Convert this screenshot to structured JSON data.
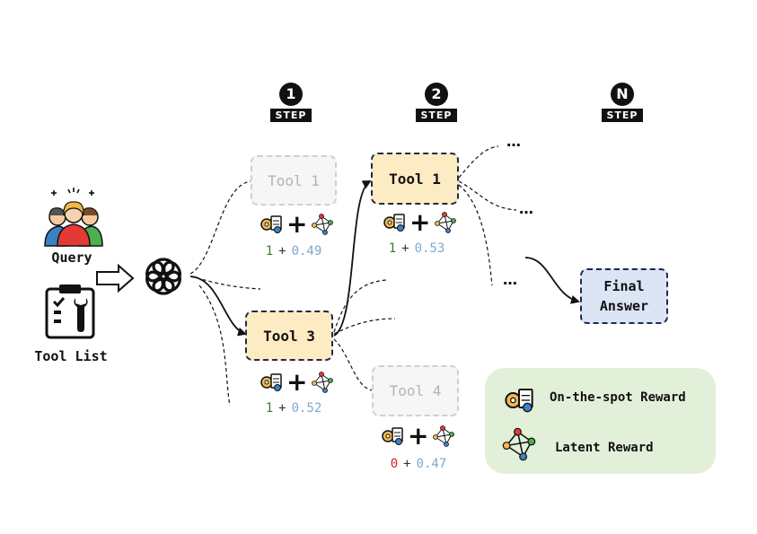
{
  "steps": [
    {
      "marker": "1",
      "word": "STEP"
    },
    {
      "marker": "2",
      "word": "STEP"
    },
    {
      "marker": "N",
      "word": "STEP"
    }
  ],
  "inputs": {
    "query_label": "Query",
    "tool_list_label": "Tool List"
  },
  "tools": {
    "step1_tool1": {
      "label": "Tool 1",
      "state": "faded"
    },
    "step1_tool3": {
      "label": "Tool 3",
      "state": "selected"
    },
    "step2_tool1": {
      "label": "Tool 1",
      "state": "selected"
    },
    "step2_tool4": {
      "label": "Tool 4",
      "state": "faded"
    }
  },
  "rewards": {
    "step1_tool1": {
      "on_spot": "1",
      "op": "+",
      "latent": "0.49"
    },
    "step1_tool3": {
      "on_spot": "1",
      "op": "+",
      "latent": "0.52"
    },
    "step2_tool1": {
      "on_spot": "1",
      "op": "+",
      "latent": "0.53"
    },
    "step2_tool4": {
      "on_spot": "0",
      "op": "+",
      "latent": "0.47"
    }
  },
  "ellipsis": "…",
  "final_answer": {
    "line1": "Final",
    "line2": "Answer"
  },
  "legend": {
    "on_spot_label": "On-the-spot Reward",
    "latent_label": "Latent Reward"
  },
  "colors": {
    "selected_fill": "#fdebc4",
    "final_fill": "#dbe5f5",
    "legend_fill": "#e3f0d9",
    "on_spot_value": "#3a7d2a",
    "on_spot_zero": "#d21f1f",
    "latent_value": "#7ea7d2"
  },
  "icons": {
    "query": "people-group-icon",
    "tool_list": "clipboard-wrench-icon",
    "llm": "openai-logo-icon",
    "on_spot_reward": "gear-document-icon",
    "latent_reward": "network-graph-icon"
  }
}
